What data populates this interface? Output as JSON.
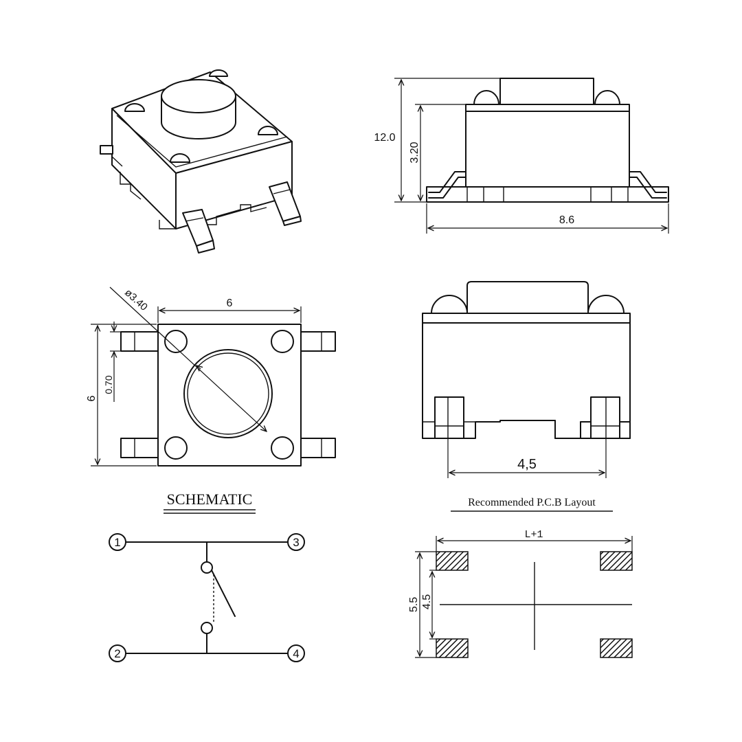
{
  "side_view": {
    "dim_height_total": "12.0",
    "dim_height_body": "3.20",
    "dim_width": "8.6"
  },
  "top_view": {
    "dim_diameter": "ø3.40",
    "dim_top": "6",
    "dim_left": "6",
    "dim_pin": "0.70"
  },
  "front_view": {
    "dim_pin_spacing": "4,5"
  },
  "schematic": {
    "title": "SCHEMATIC",
    "pins": [
      "1",
      "2",
      "3",
      "4"
    ]
  },
  "pcb": {
    "title": "Recommended P.C.B Layout",
    "dim_width": "L+1",
    "dim_outer": "5.5",
    "dim_inner": "4.5"
  },
  "colors": {
    "line": "#111111",
    "background": "#ffffff"
  }
}
